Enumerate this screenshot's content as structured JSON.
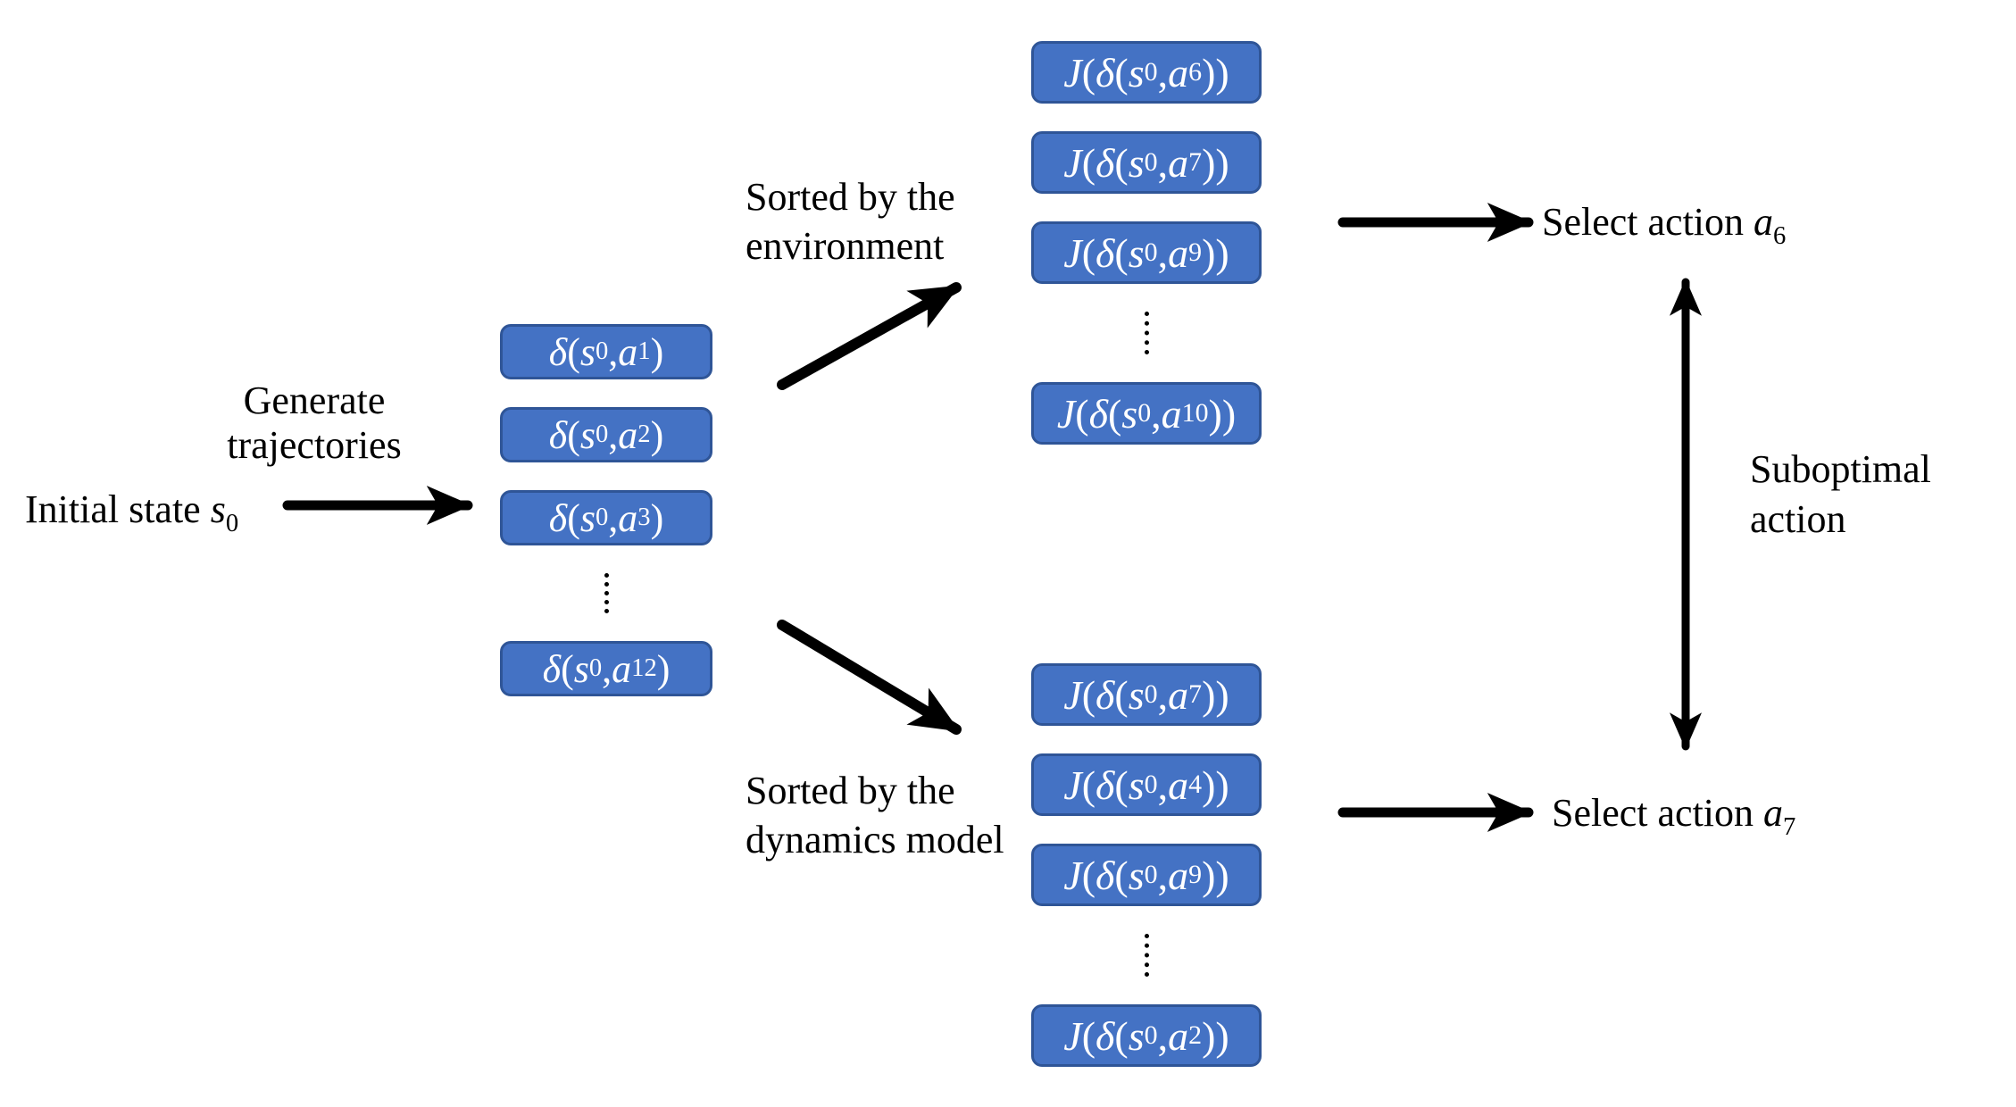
{
  "colors": {
    "background": "#ffffff",
    "box_fill": "#4472C4",
    "box_border": "#2F5597",
    "box_text": "#ffffff",
    "text": "#000000",
    "arrow": "#000000"
  },
  "labels": {
    "initial_state": {
      "text": "Initial state ",
      "var": "s",
      "sub": "0"
    },
    "generate": [
      "Generate",
      "trajectories"
    ],
    "sorted_env": [
      "Sorted by the",
      "environment"
    ],
    "sorted_dyn": [
      "Sorted by the",
      "dynamics model"
    ],
    "select_top": {
      "text": "Select action ",
      "var": "a",
      "sub": "6"
    },
    "select_bottom": {
      "text": "Select action ",
      "var": "a",
      "sub": "7"
    },
    "suboptimal": [
      "Suboptimal",
      "action"
    ]
  },
  "punct": {
    "open": "(",
    "comma": ", ",
    "close": ")",
    "close2": "))"
  },
  "arrows": {
    "generate": "right-arrow",
    "sorted_env": "up-right-arrow",
    "sorted_dyn": "down-right-arrow",
    "select_top": "right-arrow",
    "select_bottom": "right-arrow",
    "suboptimal": "vertical-double-arrow"
  },
  "columns": {
    "trajectories": [
      {
        "fn": "δ",
        "state": "s",
        "state_sub": "0",
        "action": "a",
        "action_sub": "1"
      },
      {
        "fn": "δ",
        "state": "s",
        "state_sub": "0",
        "action": "a",
        "action_sub": "2"
      },
      {
        "fn": "δ",
        "state": "s",
        "state_sub": "0",
        "action": "a",
        "action_sub": "3"
      },
      {
        "fn": "δ",
        "state": "s",
        "state_sub": "0",
        "action": "a",
        "action_sub": "12",
        "dots_before": true
      }
    ],
    "env_sorted": [
      {
        "j": "J",
        "fn": "δ",
        "state": "s",
        "state_sub": "0",
        "action": "a",
        "action_sub": "6"
      },
      {
        "j": "J",
        "fn": "δ",
        "state": "s",
        "state_sub": "0",
        "action": "a",
        "action_sub": "7"
      },
      {
        "j": "J",
        "fn": "δ",
        "state": "s",
        "state_sub": "0",
        "action": "a",
        "action_sub": "9"
      },
      {
        "j": "J",
        "fn": "δ",
        "state": "s",
        "state_sub": "0",
        "action": "a",
        "action_sub": "10",
        "dots_before": true
      }
    ],
    "model_sorted": [
      {
        "j": "J",
        "fn": "δ",
        "state": "s",
        "state_sub": "0",
        "action": "a",
        "action_sub": "7"
      },
      {
        "j": "J",
        "fn": "δ",
        "state": "s",
        "state_sub": "0",
        "action": "a",
        "action_sub": "4"
      },
      {
        "j": "J",
        "fn": "δ",
        "state": "s",
        "state_sub": "0",
        "action": "a",
        "action_sub": "9"
      },
      {
        "j": "J",
        "fn": "δ",
        "state": "s",
        "state_sub": "0",
        "action": "a",
        "action_sub": "2",
        "dots_before": true
      }
    ]
  }
}
